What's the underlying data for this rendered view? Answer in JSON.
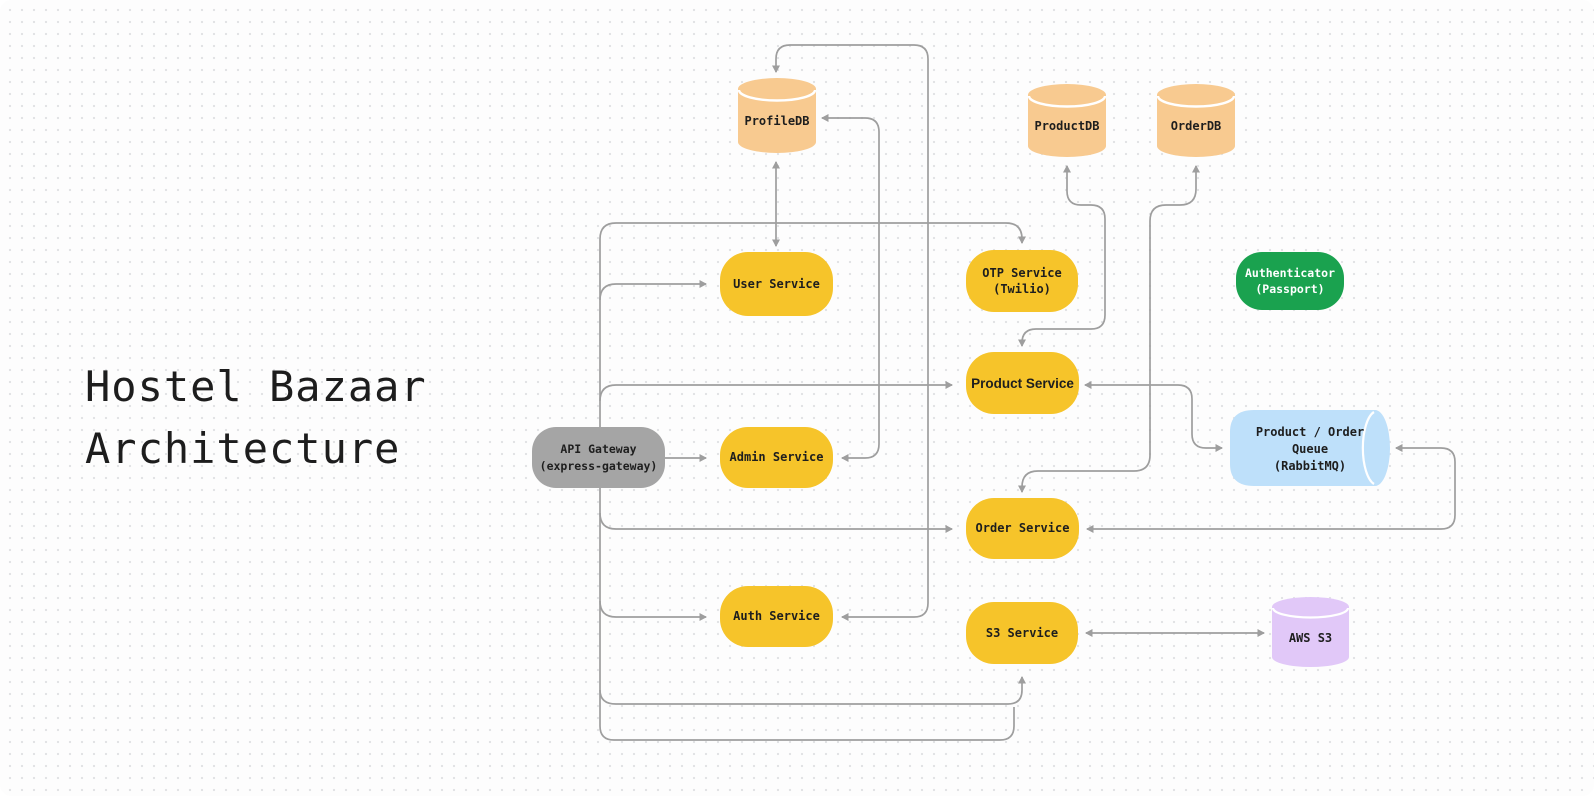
{
  "title": {
    "line1": "Hostel Bazaar",
    "line2": "Architecture"
  },
  "colors": {
    "service_yellow": "#F6C42A",
    "db_peach": "#F8CA90",
    "auth_green": "#1AA24F",
    "gateway_gray": "#A5A5A5",
    "queue_blue": "#BEE0FA",
    "s3_purple": "#E1C8F8",
    "edge_gray": "#9E9E9E",
    "text_dark": "#1E1E1E"
  },
  "nodes": {
    "profiledb": {
      "label": "ProfileDB",
      "type": "database"
    },
    "productdb": {
      "label": "ProductDB",
      "type": "database"
    },
    "orderdb": {
      "label": "OrderDB",
      "type": "database"
    },
    "user_service": {
      "label": "User Service",
      "type": "service"
    },
    "otp_service": {
      "label": "OTP Service\n(Twilio)",
      "type": "service"
    },
    "authenticator": {
      "label": "Authenticator\n(Passport)",
      "type": "service"
    },
    "api_gateway": {
      "label": "API Gateway\n(express-gateway)",
      "type": "gateway"
    },
    "admin_service": {
      "label": "Admin Service",
      "type": "service"
    },
    "product_service": {
      "label": "Product Service",
      "type": "service"
    },
    "order_service": {
      "label": "Order Service",
      "type": "service"
    },
    "auth_service": {
      "label": "Auth Service",
      "type": "service"
    },
    "s3_service": {
      "label": "S3 Service",
      "type": "service"
    },
    "queue": {
      "label": "Product / Order\nQueue\n(RabbitMQ)",
      "type": "queue"
    },
    "aws_s3": {
      "label": "AWS S3",
      "type": "storage"
    }
  },
  "edges": [
    {
      "from": "api_gateway",
      "to": "user_service",
      "bidirectional": false
    },
    {
      "from": "api_gateway",
      "to": "otp_service",
      "bidirectional": false
    },
    {
      "from": "api_gateway",
      "to": "product_service",
      "bidirectional": false
    },
    {
      "from": "api_gateway",
      "to": "admin_service",
      "bidirectional": false
    },
    {
      "from": "api_gateway",
      "to": "order_service",
      "bidirectional": false
    },
    {
      "from": "api_gateway",
      "to": "auth_service",
      "bidirectional": false
    },
    {
      "from": "api_gateway",
      "to": "s3_service",
      "bidirectional": false
    },
    {
      "from": "user_service",
      "to": "profiledb",
      "bidirectional": true
    },
    {
      "from": "admin_service",
      "to": "profiledb",
      "bidirectional": true
    },
    {
      "from": "auth_service",
      "to": "profiledb",
      "bidirectional": true
    },
    {
      "from": "product_service",
      "to": "productdb",
      "bidirectional": true
    },
    {
      "from": "order_service",
      "to": "orderdb",
      "bidirectional": true
    },
    {
      "from": "product_service",
      "to": "queue",
      "bidirectional": true
    },
    {
      "from": "order_service",
      "to": "queue",
      "bidirectional": true
    },
    {
      "from": "s3_service",
      "to": "aws_s3",
      "bidirectional": true
    }
  ]
}
